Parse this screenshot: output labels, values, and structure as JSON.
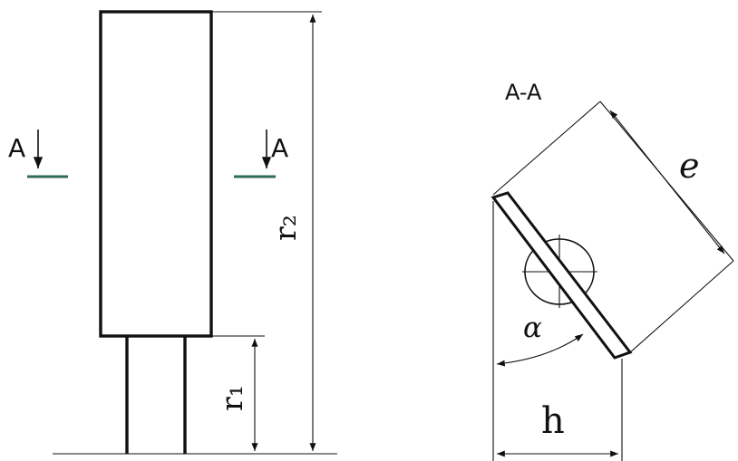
{
  "left_view": {
    "section_label_left": "A",
    "section_label_right": "A",
    "dimension_r2": "r₂",
    "dimension_r1": "r₁"
  },
  "right_view": {
    "section_title": "A-A",
    "dimension_e": "e",
    "angle_alpha": "α",
    "dimension_h": "h"
  },
  "colors": {
    "line": "#111111",
    "section_mark": "#2f6b57",
    "background": "#ffffff"
  }
}
